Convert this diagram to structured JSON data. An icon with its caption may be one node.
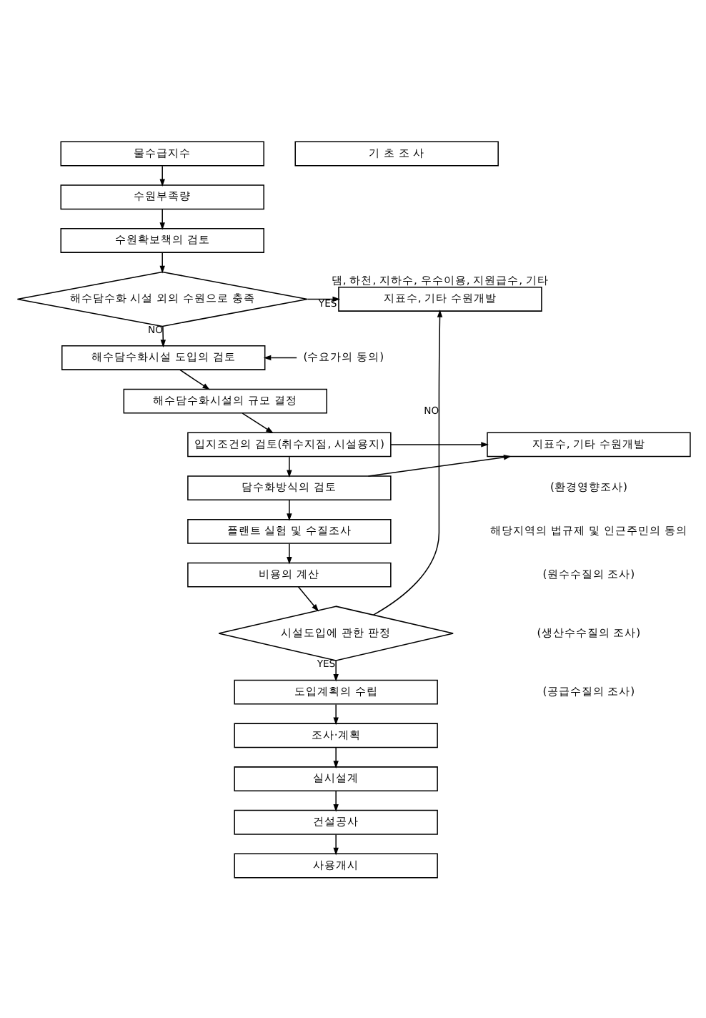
{
  "diagram": {
    "nodes": [
      {
        "text": [
          "물수급지수"
        ]
      },
      {
        "text": [
          "기 초 조 사"
        ]
      },
      {
        "text": [
          "수원부족량"
        ]
      },
      {
        "text": [
          "수원확보책의 검토"
        ]
      },
      {
        "text": [
          "해수담수화 시설 외의 수원으로 충족"
        ]
      },
      {
        "text": [
          "지표수, 기타 수원개발"
        ],
        "beside": [
          "댐, 하천, 지하수, 우수이용, 지원급수, 기타"
        ]
      },
      {
        "text": [
          "해수담수화시설 도입의 검토"
        ]
      },
      {
        "text": [
          "(수요가의 동의)"
        ]
      },
      {
        "text": [
          "해수담수화시설의 규모 결정"
        ]
      },
      {
        "text": [
          "입지조건의 검토(취수지점, 시설용지)"
        ]
      },
      {
        "text": [
          "지표수, 기타 수원개발"
        ]
      },
      {
        "text": [
          "담수화방식의 검토"
        ]
      },
      {
        "text": [
          "플랜트 실험 및 수질조사"
        ]
      },
      {
        "text": [
          "비용의 계산"
        ]
      },
      {
        "text": [
          "시설도입에 관한 판정"
        ]
      },
      {
        "text": [
          "도입계획의 수립"
        ]
      },
      {
        "text": [
          "조사·계획"
        ]
      },
      {
        "text": [
          "실시설계"
        ]
      },
      {
        "text": [
          "건설공사"
        ]
      },
      {
        "text": [
          "사용개시"
        ]
      }
    ],
    "edges": [
      {
        "from": 0,
        "to": 2,
        "arrow": "to"
      },
      {
        "from": 2,
        "to": 3,
        "arrow": "to"
      },
      {
        "from": 3,
        "to": 4,
        "arrow": "to"
      },
      {
        "from": 4,
        "to": 5,
        "arrow": "to",
        "label": "YES"
      },
      {
        "from": 4,
        "to": 6,
        "arrow": "to",
        "label": "NO"
      },
      {
        "from": 7,
        "to": 6,
        "arrow": "to"
      },
      {
        "from": 6,
        "to": 8,
        "arrow": "to"
      },
      {
        "from": 8,
        "to": 9,
        "arrow": "to"
      },
      {
        "from": 9,
        "to": 10,
        "arrow": "to"
      },
      {
        "from": 11,
        "to": 10,
        "arrow": "to"
      },
      {
        "from": 9,
        "to": 11,
        "arrow": "to"
      },
      {
        "from": 11,
        "to": 12,
        "arrow": "to"
      },
      {
        "from": 12,
        "to": 13,
        "arrow": "to"
      },
      {
        "from": 13,
        "to": 14,
        "arrow": "to"
      },
      {
        "from": 14,
        "to": 5,
        "arrow": "to",
        "label": "NO"
      },
      {
        "from": 14,
        "to": 15,
        "arrow": "to",
        "label": "YES"
      },
      {
        "from": 15,
        "to": 16,
        "arrow": "to"
      },
      {
        "from": 16,
        "to": 17,
        "arrow": "to"
      },
      {
        "from": 17,
        "to": 18,
        "arrow": "to"
      },
      {
        "from": 18,
        "to": 19,
        "arrow": "to"
      }
    ],
    "labels": [
      "(환경영향조사)",
      "해당지역의 법규제 및 인근주민의 동의",
      "(원수수질의 조사)",
      "(생산수수질의 조사)",
      "(공급수질의 조사)"
    ]
  }
}
